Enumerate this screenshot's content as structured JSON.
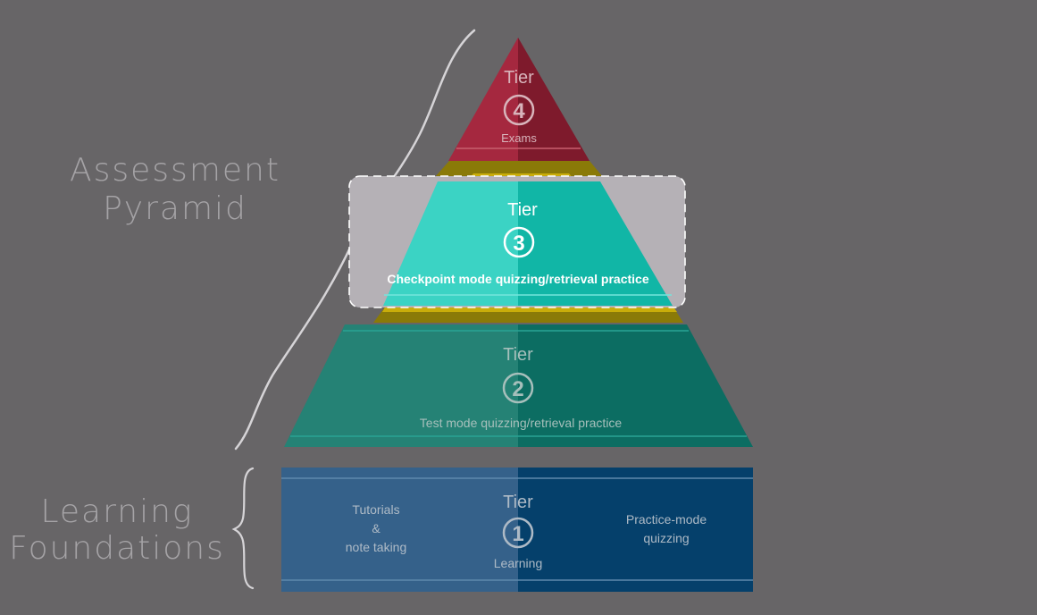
{
  "side_labels": {
    "assessment_line1": "Assessment",
    "assessment_line2": "Pyramid",
    "foundations_line1": "Learning",
    "foundations_line2": "Foundations"
  },
  "tiers": [
    {
      "tier_word": "Tier",
      "number": "4",
      "caption": "Exams",
      "color": "#8e2034"
    },
    {
      "tier_word": "Tier",
      "number": "3",
      "caption": "Checkpoint mode quizzing/retrieval practice",
      "color": "#1fbfae"
    },
    {
      "tier_word": "Tier",
      "number": "2",
      "caption": "Test mode quizzing/retrieval practice",
      "color": "#1b8377"
    },
    {
      "tier_word": "Tier",
      "number": "1",
      "caption": "Learning",
      "left_caption_line1": "Tutorials",
      "left_caption_line2": "&",
      "left_caption_line3": "note taking",
      "right_caption_line1": "Practice-mode",
      "right_caption_line2": "quizzing",
      "color": "#1d5a86"
    }
  ],
  "colors": {
    "background": "#676567",
    "connector": "#c9ad0a",
    "highlight": "#b5b1b6"
  }
}
